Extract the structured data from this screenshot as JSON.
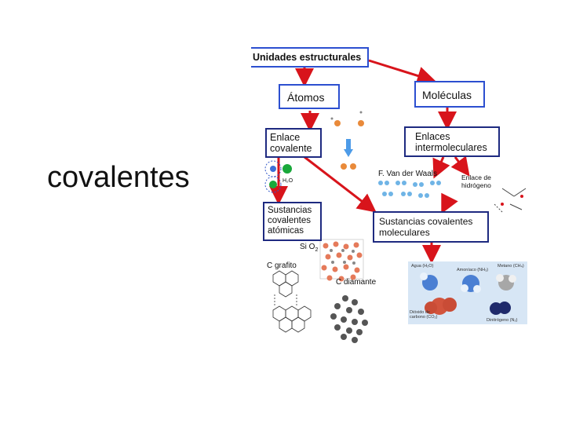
{
  "slide": {
    "title": "covalentes"
  },
  "diagram": {
    "nodes": {
      "root": "Unidades estructurales",
      "atoms": "Átomos",
      "molecules": "Moléculas",
      "covalent_bond": "Enlace covalente",
      "intermolecular": "Enlaces intermoleculares",
      "atomic_substances": "Sustancias covalentes atómicas",
      "molecular_substances": "Sustancias covalentes moleculares"
    },
    "labels": {
      "van_der_waals": "F. Van der Waals",
      "hydrogen_bond": "Enlace de hidrógeno",
      "sio2": "Si O",
      "sio2_sub": "2",
      "graphite": "C grafito",
      "diamond": "C diamante",
      "h2o_mini": "H₂O"
    },
    "molecule_captions": {
      "water": "Agua (H₂O)",
      "ammonia": "Amoníaco (NH₃)",
      "methane": "Metano (CH₄)",
      "co2": "Dióxido de carbono (CO₂)",
      "nitrogen": "Dinitrógeno (N₂)"
    },
    "colors": {
      "arrow": "#d8141b",
      "box_border": "#2444c8"
    }
  }
}
